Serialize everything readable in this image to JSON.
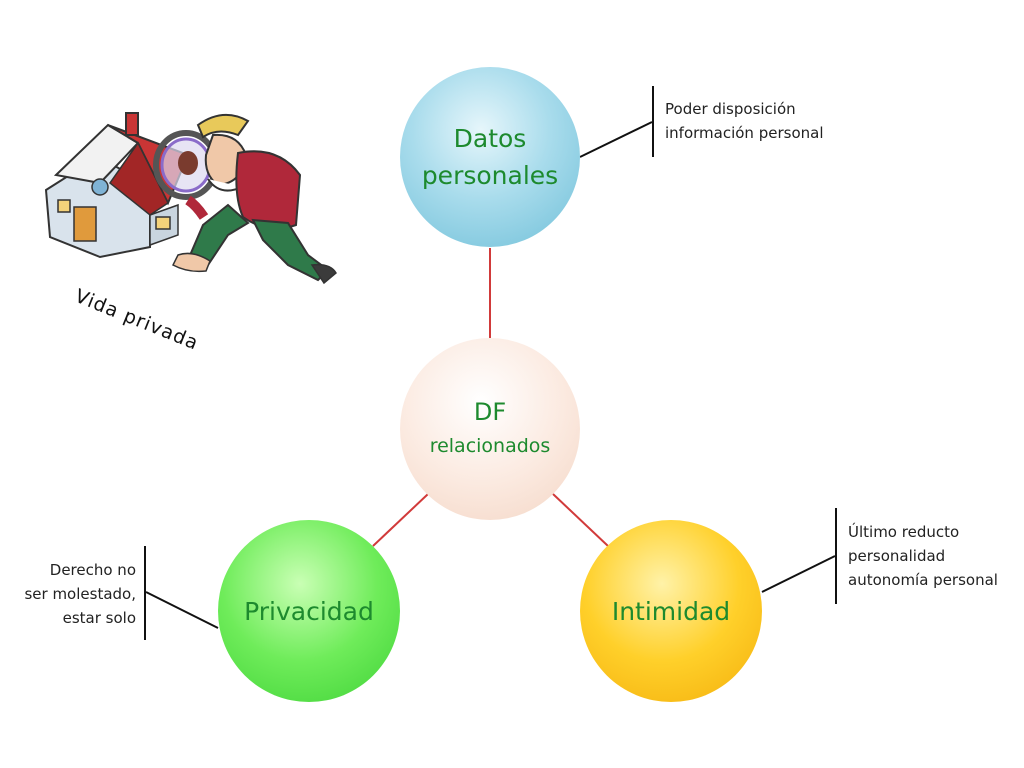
{
  "diagram": {
    "center": {
      "title": "DF",
      "subtitle": "relacionados"
    },
    "nodes": {
      "datos": {
        "label": "Datos\npersonales",
        "note": "Poder disposición\ninformación personal"
      },
      "privacidad": {
        "label": "Privacidad",
        "note": "Derecho no\nser molestado,\nestar solo"
      },
      "intimidad": {
        "label": "Intimidad",
        "note": "Último reducto\npersonalidad\nautonomía personal"
      }
    },
    "illustration_caption": "Vida privada",
    "colors": {
      "node_text": "#1d8a2e",
      "connector": "#d13a3a",
      "note_line": "#111111"
    },
    "icons": [
      "house-icon",
      "man-with-magnifier-icon"
    ]
  }
}
